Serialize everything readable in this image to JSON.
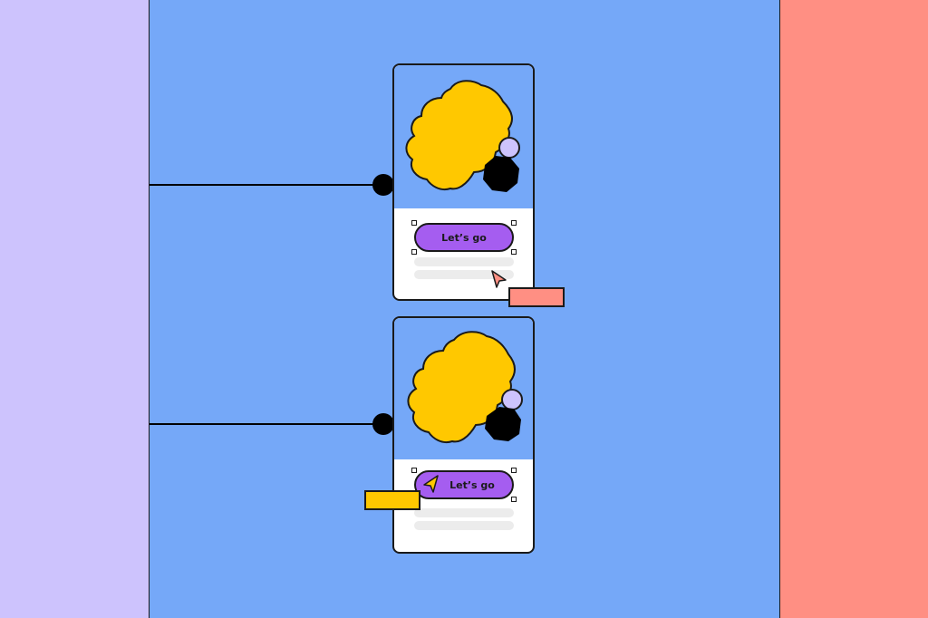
{
  "colors": {
    "left_panel": "#cdc3fd",
    "center_panel": "#75a8f8",
    "right_panel": "#ff8f83",
    "card_art_bg": "#75a8f8",
    "blob_yellow": "#ffc800",
    "circle_lavender": "#cdc3fd",
    "button_purple": "#a55df0",
    "salmon_tag": "#ff8f83",
    "yellow_tag": "#ffc800",
    "cursor_salmon": "#ff8f83",
    "cursor_yellow": "#ffc800"
  },
  "cards": [
    {
      "button_label": "Let’s go",
      "cursor_icon": "arrow-cursor-icon",
      "tag_color": "salmon"
    },
    {
      "button_label": "Let’s go",
      "cursor_icon": "arrow-cursor-icon",
      "tag_color": "yellow"
    }
  ]
}
